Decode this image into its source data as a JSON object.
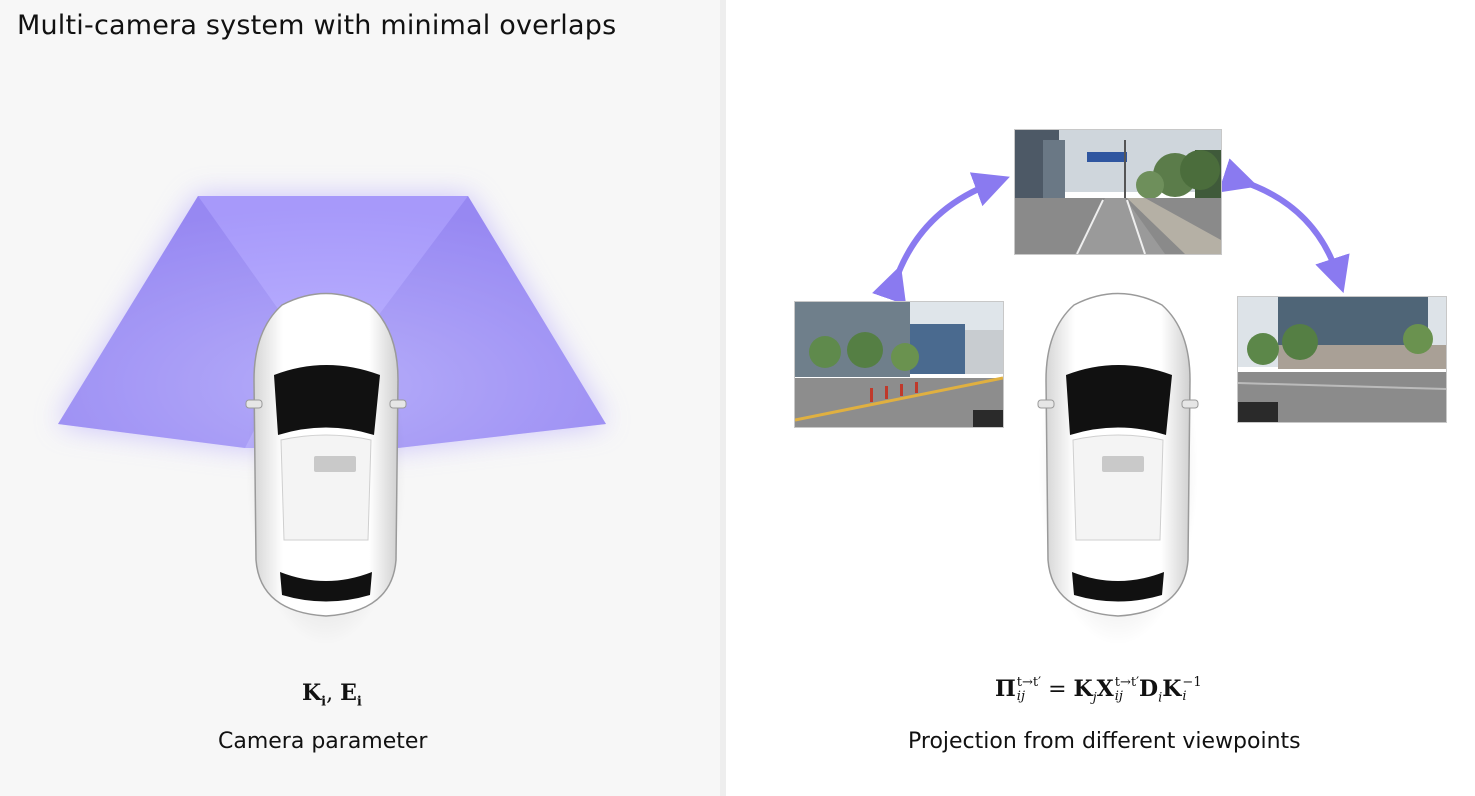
{
  "title": "Multi-camera system with minimal overlaps",
  "left": {
    "math": {
      "K": "K",
      "i": "i",
      "sep": ",",
      "E": "E"
    },
    "caption": "Camera parameter"
  },
  "right": {
    "math": {
      "Pi": "Π",
      "ij": "ij",
      "tsup": "t→t′",
      "eq": "=",
      "K": "K",
      "j": "j",
      "X": "X",
      "D": "D",
      "i": "i",
      "inv": "−1"
    },
    "caption": "Projection from different viewpoints"
  },
  "colors": {
    "fov": "#9b8cf4",
    "arrow": "#8a7af0",
    "panel": "#f7f7f7"
  }
}
